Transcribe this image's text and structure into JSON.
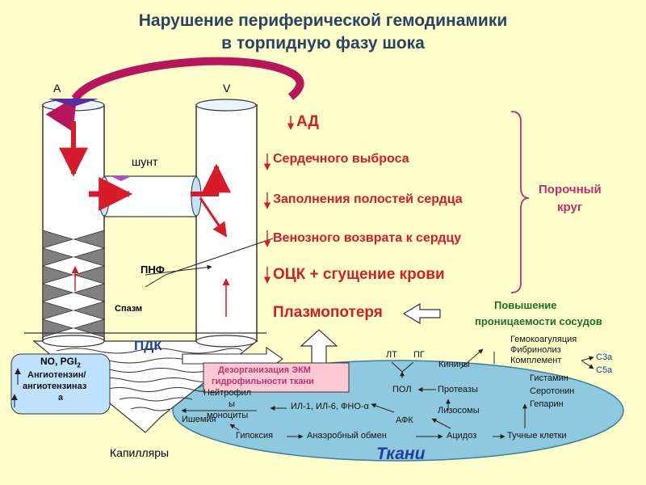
{
  "title": {
    "line1": "Нарушение периферической гемодинамики",
    "line2": "в торпидную фазу шока"
  },
  "vessels": {
    "artery_label": "А",
    "vein_label": "V",
    "shunt_label": "шунт",
    "pnf_label": "ПНФ",
    "spasm_label": "Спазм",
    "pdk_label": "ПДК",
    "capillaries_label": "Капилляры"
  },
  "cascade": {
    "steps": [
      "АД",
      "Сердечного выброса",
      "Заполнения полостей сердца",
      "Венозного возврата к сердцу",
      "ОЦК + сгущение крови",
      "Плазмопотеря"
    ],
    "vicious_circle": [
      "Порочный",
      "круг"
    ]
  },
  "permeability": {
    "line1": "Повышение",
    "line2": "проницаемости сосудов"
  },
  "mediators_box": {
    "line1": "NO, PGI",
    "line1_sub": "2",
    "line2": "Ангиотензин/",
    "line3": "ангиотензиназ",
    "line4": "а"
  },
  "ecm_box": {
    "line1": "Дезорганизация ЭКМ",
    "line2": "гидрофильности ткани"
  },
  "tissue": {
    "label": "Ткани",
    "neutrophils_line1": "Нейтрофил",
    "neutrophils_line2": "ы",
    "neutrophils_line3": "моноциты",
    "ischemia": "Ишемия",
    "hypoxia": "Гипоксия",
    "anaerobic": "Анаэробный обмен",
    "acidosis": "Ацидоз",
    "mast_cells": "Тучные клетки",
    "interleukins": "ИЛ-1, ИЛ-6, ФНО-α",
    "afk": "АФК",
    "lysosomes": "Лизосомы",
    "proteases": "Протеазы",
    "pol": "ПОЛ",
    "kinins": "Кинины",
    "lt": "ЛТ",
    "pg": "ПГ",
    "histamine": "Гистамин",
    "serotonin": "Серотонин",
    "heparin": "Гепарин",
    "hemocoagulation": "Гемокоагуляция",
    "fibrinolysis": "Фибринолиз",
    "complement": "Комплемент",
    "c3a": "С3а",
    "c5a": "С5а"
  },
  "colors": {
    "background": "#ffffcc",
    "title": "#2a4263",
    "red": "#d81b2a",
    "tissue_fill": "#8fc9df",
    "tissue_label": "#1f3f9a",
    "box_pink": "#ffc9d4",
    "shunt_cyan": "#bfe2ff",
    "green": "#1f6e2a",
    "vicious": "#c0306a"
  }
}
